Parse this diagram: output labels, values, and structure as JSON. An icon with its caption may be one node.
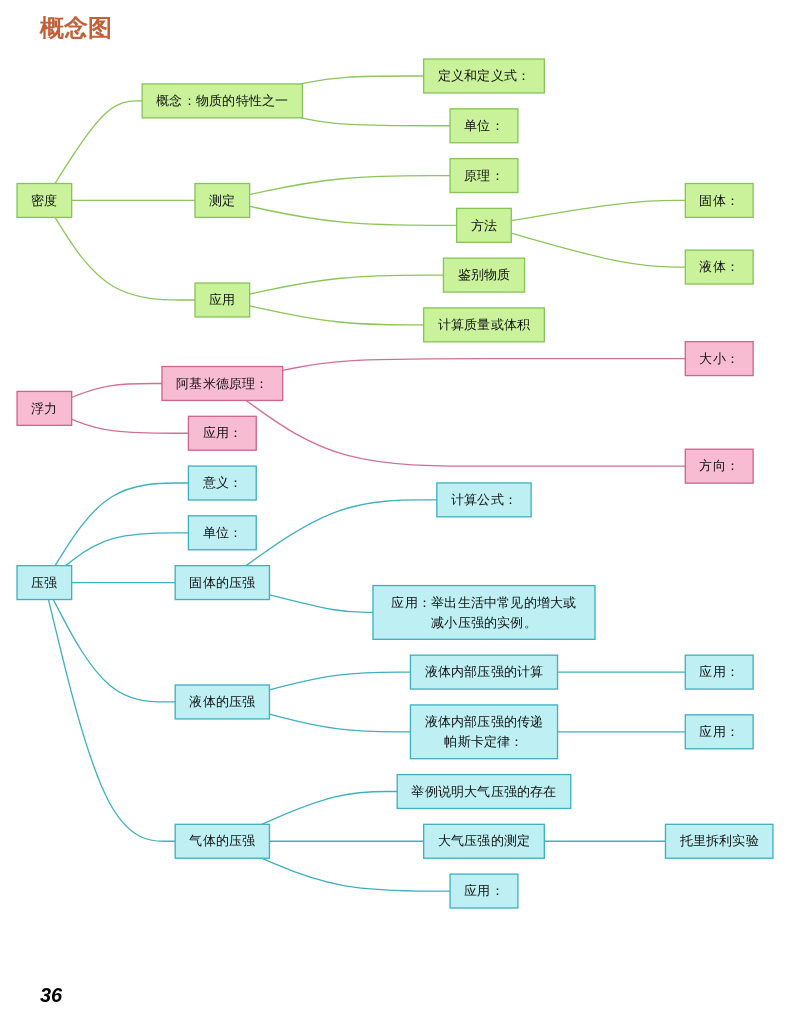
{
  "diagram": {
    "title": "概念图",
    "nodes": [
      {
        "text": [
          "密度"
        ]
      },
      {
        "text": [
          "概念：物质的特性之一"
        ]
      },
      {
        "text": [
          "定义和定义式："
        ]
      },
      {
        "text": [
          "单位："
        ]
      },
      {
        "text": [
          "测定"
        ]
      },
      {
        "text": [
          "原理："
        ]
      },
      {
        "text": [
          "方法"
        ]
      },
      {
        "text": [
          "固体："
        ]
      },
      {
        "text": [
          "液体："
        ]
      },
      {
        "text": [
          "应用"
        ]
      },
      {
        "text": [
          "鉴别物质"
        ]
      },
      {
        "text": [
          "计算质量或体积"
        ]
      },
      {
        "text": [
          "浮力"
        ]
      },
      {
        "text": [
          "阿基米德原理："
        ]
      },
      {
        "text": [
          "应用："
        ]
      },
      {
        "text": [
          "大小："
        ]
      },
      {
        "text": [
          "方向："
        ]
      },
      {
        "text": [
          "压强"
        ]
      },
      {
        "text": [
          "意义："
        ]
      },
      {
        "text": [
          "单位："
        ]
      },
      {
        "text": [
          "固体的压强"
        ]
      },
      {
        "text": [
          "计算公式："
        ]
      },
      {
        "text": [
          "应用：举出生活中常见的增大或减小压强的实例。"
        ]
      },
      {
        "text": [
          "液体的压强"
        ]
      },
      {
        "text": [
          "液体内部压强的计算"
        ]
      },
      {
        "text": [
          "应用："
        ]
      },
      {
        "text": [
          "液体内部压强的传递",
          "帕斯卡定律："
        ]
      },
      {
        "text": [
          "应用："
        ]
      },
      {
        "text": [
          "气体的压强"
        ]
      },
      {
        "text": [
          "举例说明大气压强的存在"
        ]
      },
      {
        "text": [
          "大气压强的测定"
        ]
      },
      {
        "text": [
          "托里拆利实验"
        ]
      },
      {
        "text": [
          "应用："
        ]
      }
    ],
    "edges": [
      {
        "from": 0,
        "to": 1,
        "arrow": "none",
        "color": "#8cc65a"
      },
      {
        "from": 0,
        "to": 4,
        "arrow": "none",
        "color": "#8cc65a"
      },
      {
        "from": 0,
        "to": 9,
        "arrow": "none",
        "color": "#8cc65a"
      },
      {
        "from": 1,
        "to": 2,
        "arrow": "none",
        "color": "#8cc65a"
      },
      {
        "from": 1,
        "to": 3,
        "arrow": "none",
        "color": "#8cc65a"
      },
      {
        "from": 4,
        "to": 5,
        "arrow": "none",
        "color": "#8cc65a"
      },
      {
        "from": 4,
        "to": 6,
        "arrow": "none",
        "color": "#8cc65a"
      },
      {
        "from": 6,
        "to": 7,
        "arrow": "none",
        "color": "#8cc65a"
      },
      {
        "from": 6,
        "to": 8,
        "arrow": "none",
        "color": "#8cc65a"
      },
      {
        "from": 9,
        "to": 10,
        "arrow": "none",
        "color": "#8cc65a"
      },
      {
        "from": 9,
        "to": 11,
        "arrow": "none",
        "color": "#8cc65a"
      },
      {
        "from": 12,
        "to": 13,
        "arrow": "none",
        "color": "#d0709a"
      },
      {
        "from": 12,
        "to": 14,
        "arrow": "none",
        "color": "#d0709a"
      },
      {
        "from": 13,
        "to": 15,
        "arrow": "none",
        "color": "#d0709a"
      },
      {
        "from": 13,
        "to": 16,
        "arrow": "none",
        "color": "#d0709a"
      },
      {
        "from": 17,
        "to": 18,
        "arrow": "none"
      },
      {
        "from": 17,
        "to": 19,
        "arrow": "none"
      },
      {
        "from": 17,
        "to": 20,
        "arrow": "none"
      },
      {
        "from": 17,
        "to": 23,
        "arrow": "none"
      },
      {
        "from": 17,
        "to": 28,
        "arrow": "none"
      },
      {
        "from": 20,
        "to": 21,
        "arrow": "none"
      },
      {
        "from": 20,
        "to": 22,
        "arrow": "none"
      },
      {
        "from": 23,
        "to": 24,
        "arrow": "none"
      },
      {
        "from": 23,
        "to": 26,
        "arrow": "none"
      },
      {
        "from": 24,
        "to": 25,
        "arrow": "none"
      },
      {
        "from": 26,
        "to": 27,
        "arrow": "none"
      },
      {
        "from": 28,
        "to": 29,
        "arrow": "none"
      },
      {
        "from": 28,
        "to": 30,
        "arrow": "none"
      },
      {
        "from": 30,
        "to": 31,
        "arrow": "none"
      },
      {
        "from": 28,
        "to": 32,
        "arrow": "none"
      }
    ],
    "labels": [
      "36"
    ]
  }
}
